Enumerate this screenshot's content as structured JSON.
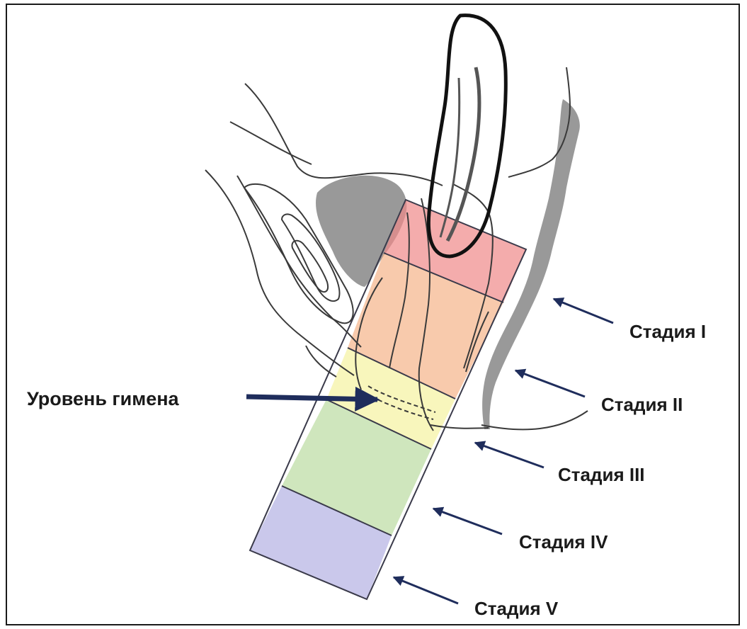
{
  "diagram": {
    "hymen_label": "Уровень гимена",
    "stage_labels": [
      "Стадия I",
      "Стадия II",
      "Стадия III",
      "Стадия IV",
      "Стадия V"
    ],
    "colors": {
      "outline": "#3a3a3a",
      "uterus_outline": "#111111",
      "shaded_organ": "#8e8e8e",
      "arrow": "#1f2d5c",
      "band_stage_1": "#f08a8a",
      "band_stage_2": "#f6b48a",
      "band_stage_3": "#f6f3a0",
      "band_stage_4": "#bcdca2",
      "band_stage_5": "#b3b1e3"
    }
  }
}
